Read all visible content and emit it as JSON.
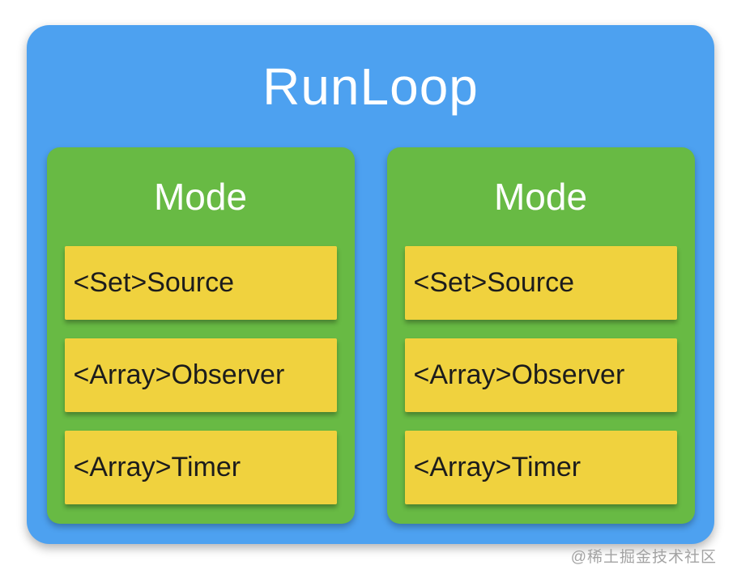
{
  "diagram": {
    "title": "RunLoop",
    "modes": [
      {
        "title": "Mode",
        "items": [
          "<Set>Source",
          "<Array>Observer",
          "<Array>Timer"
        ]
      },
      {
        "title": "Mode",
        "items": [
          "<Set>Source",
          "<Array>Observer",
          "<Array>Timer"
        ]
      }
    ],
    "watermark": "@稀土掘金技术社区",
    "colors": {
      "blue": "#4DA1F0",
      "green": "#68BA44",
      "yellow": "#F0D23E",
      "text_light": "#FFFFFF",
      "text_dark": "#1C1C1C",
      "watermark_gray": "#A3A3A3"
    }
  }
}
